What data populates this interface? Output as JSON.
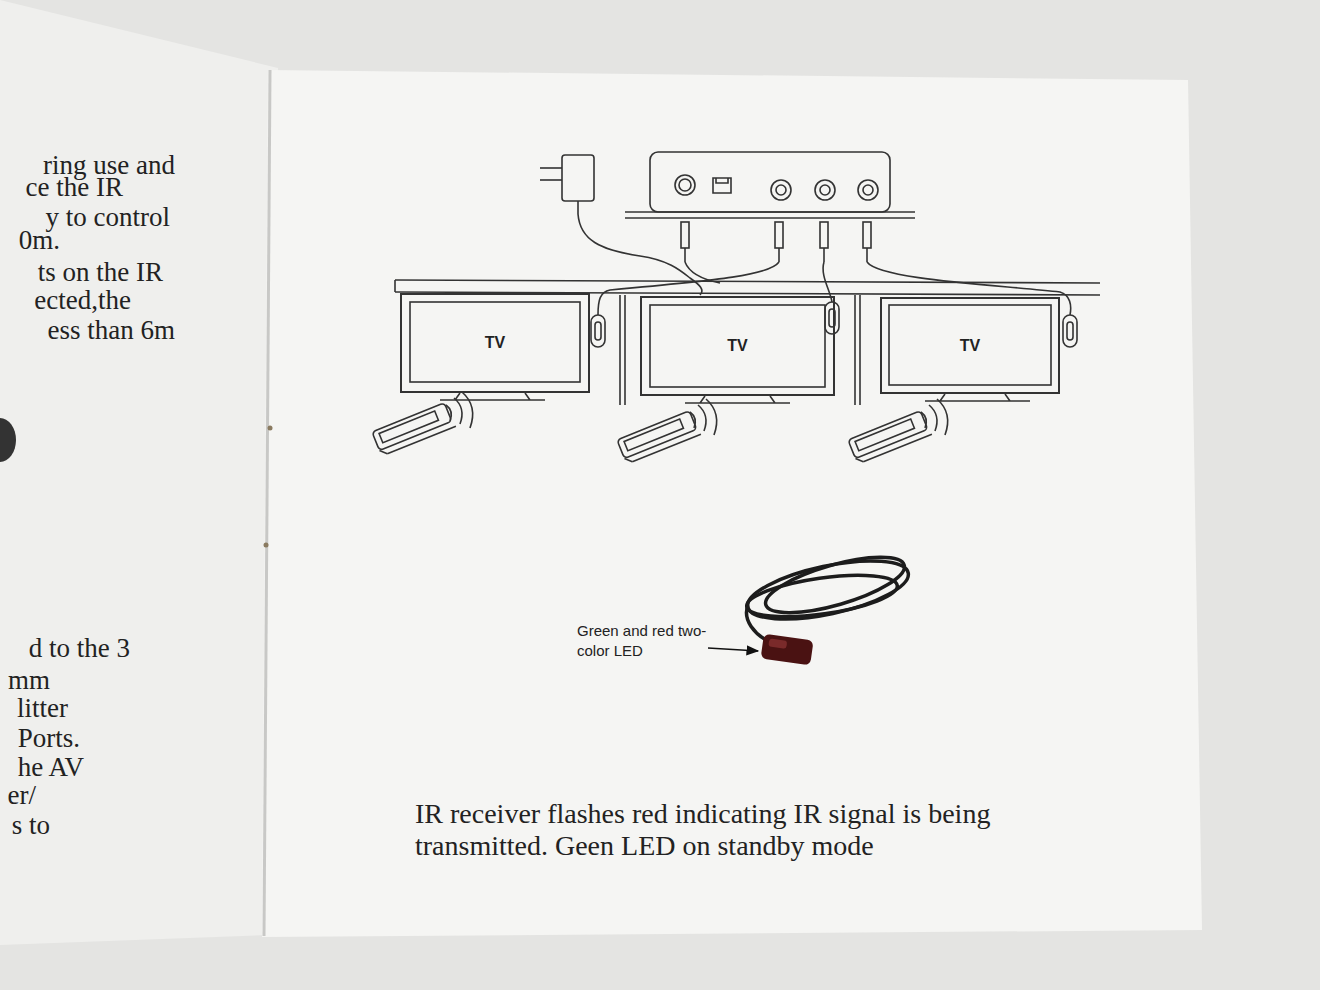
{
  "diagram": {
    "caption": "IR receiver flashes red indicating IR signal is being transmitted. Geen LED on standby mode",
    "nodes": [
      {
        "text": [
          "TV"
        ]
      },
      {
        "text": [
          "TV"
        ]
      },
      {
        "text": [
          "TV"
        ]
      }
    ],
    "labels": [
      "ring use and",
      "ce the IR",
      "y to control",
      "0m.",
      "ts on the IR",
      "ected,the",
      "ess than 6m",
      "d to the 3",
      "mm",
      "litter",
      "Ports.",
      "he AV",
      "er/",
      "s to",
      "Green and red two-color LED"
    ]
  }
}
